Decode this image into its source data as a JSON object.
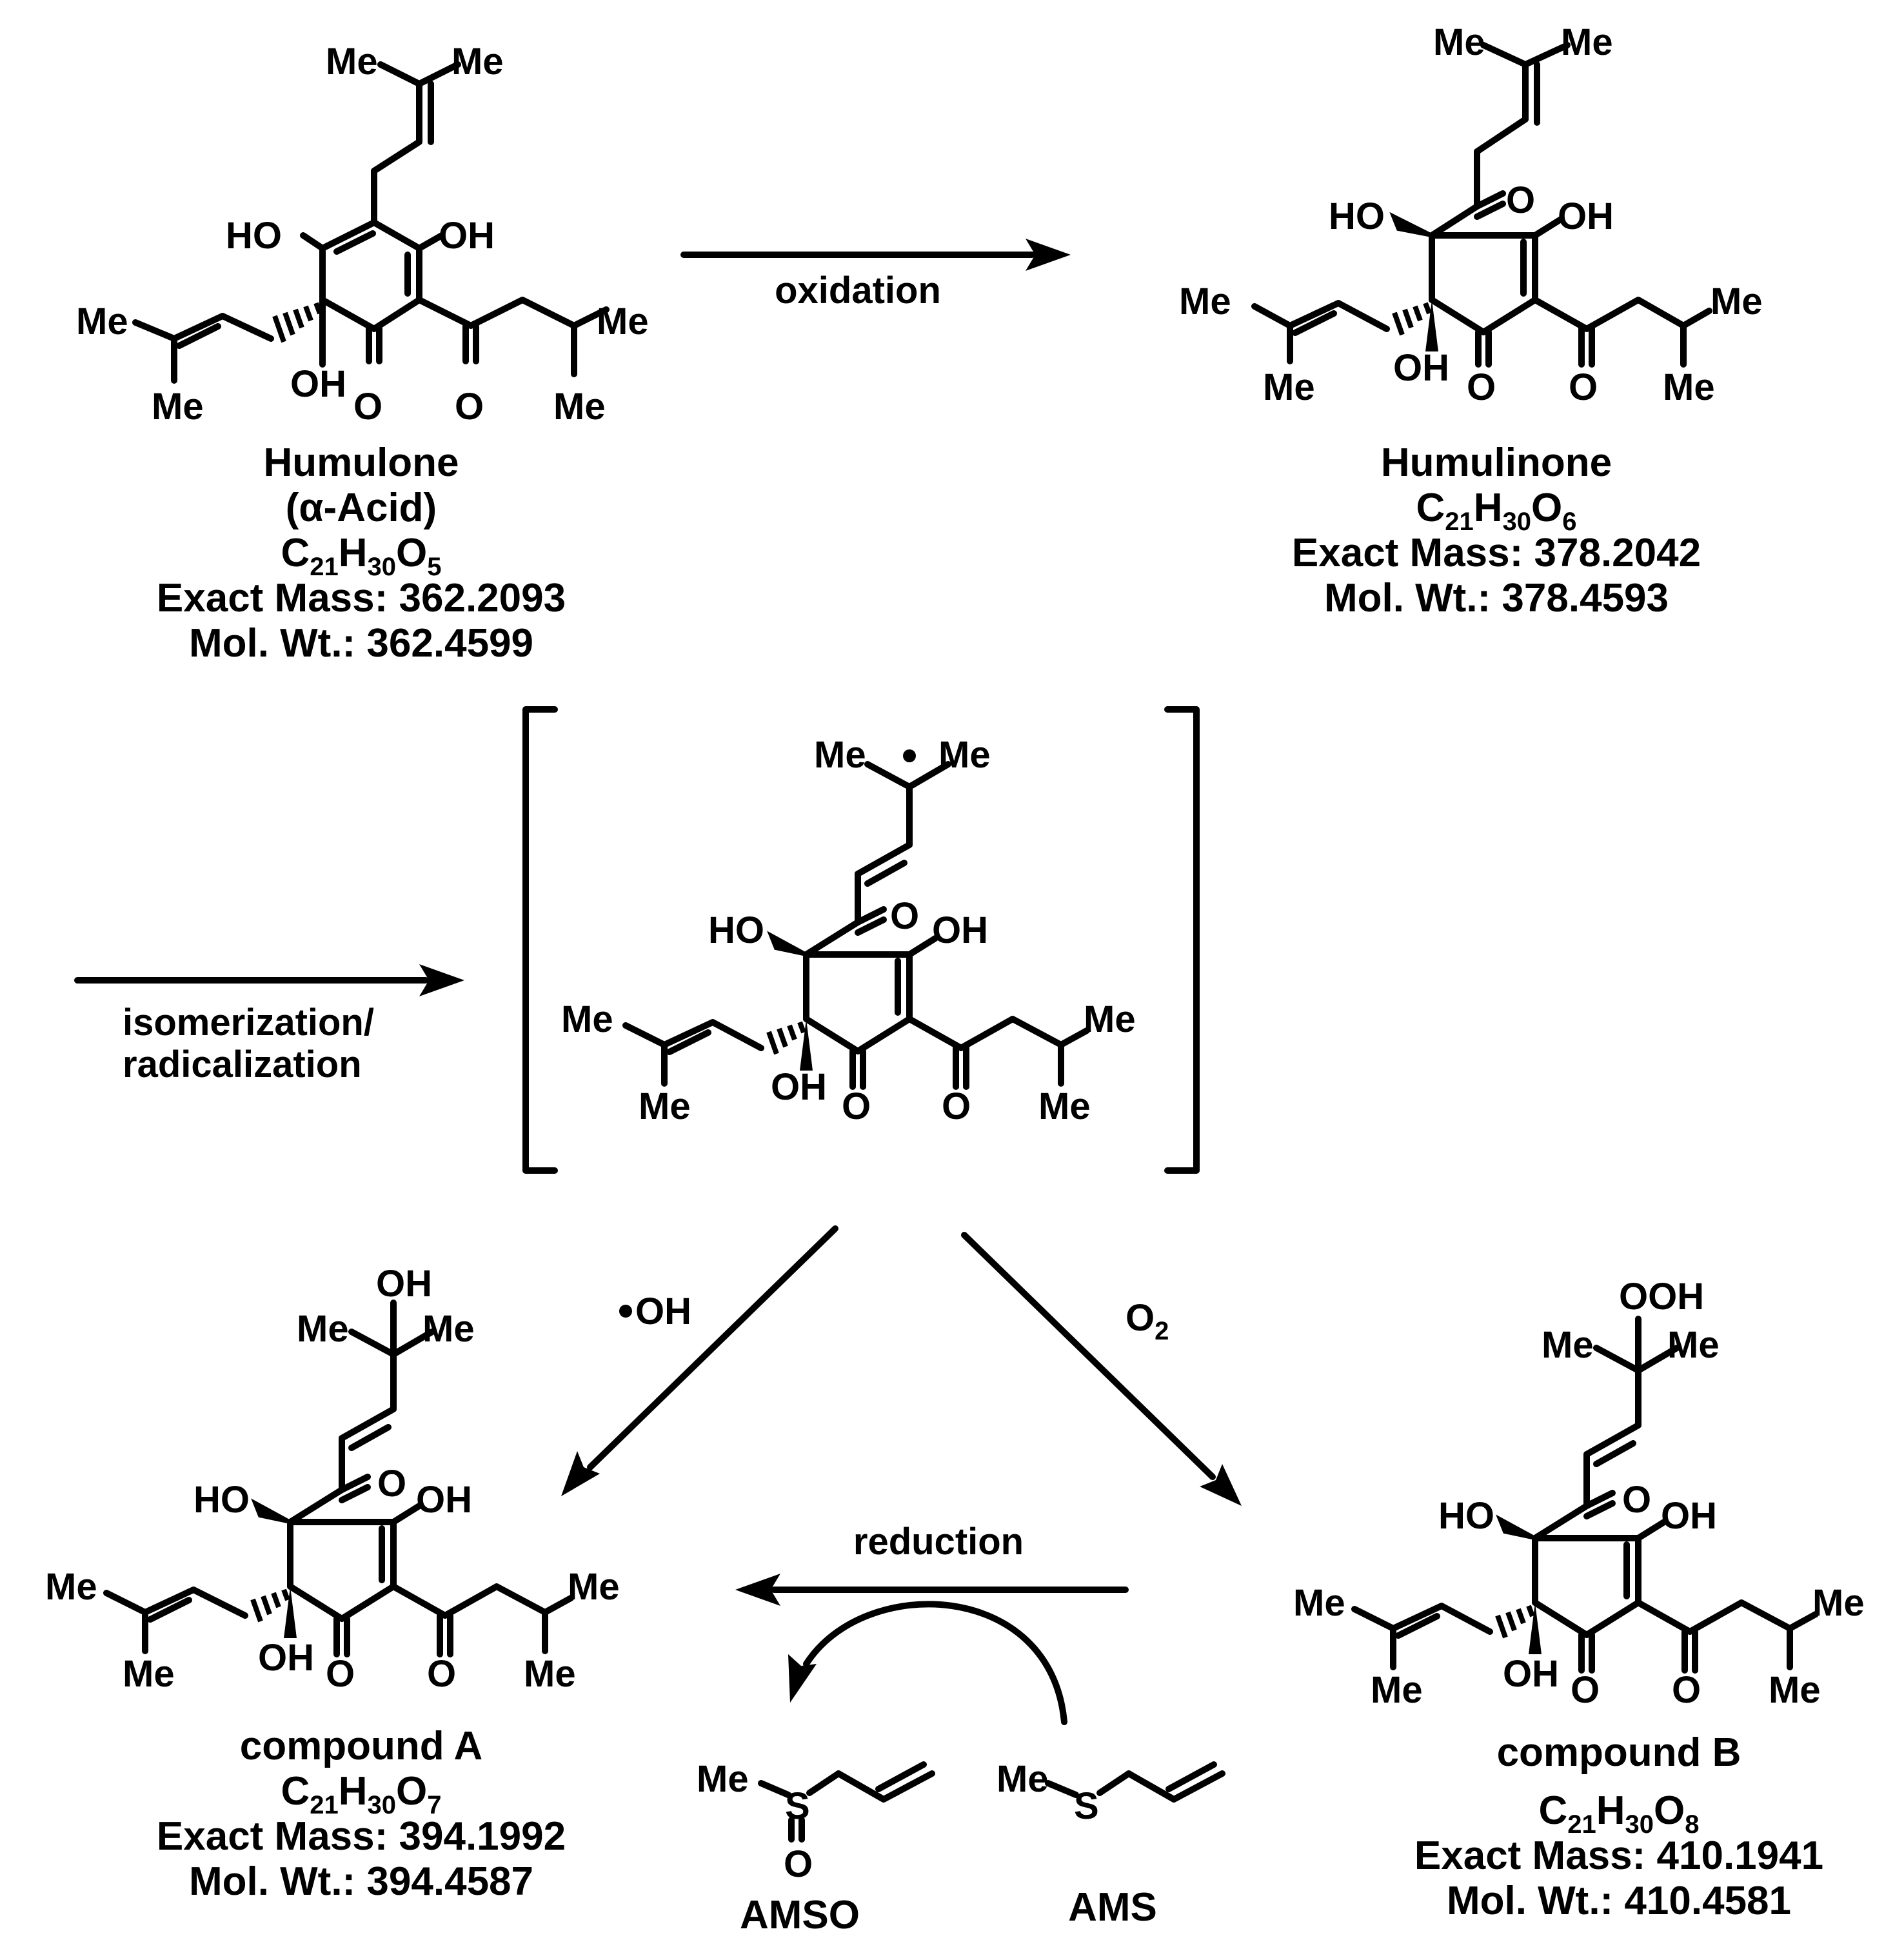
{
  "humulone": {
    "name": "Humulone",
    "class": "(α-Acid)",
    "formula": {
      "c": "21",
      "h": "30",
      "o": "5"
    },
    "exact_mass": "Exact Mass: 362.2093",
    "mol_wt": "Mol. Wt.: 362.4599"
  },
  "humulinone": {
    "name": "Humulinone",
    "formula": {
      "c": "21",
      "h": "30",
      "o": "6"
    },
    "exact_mass": "Exact Mass: 378.2042",
    "mol_wt": "Mol. Wt.: 378.4593"
  },
  "compound_a": {
    "name": "compound A",
    "formula": {
      "c": "21",
      "h": "30",
      "o": "7"
    },
    "exact_mass": "Exact Mass: 394.1992",
    "mol_wt": "Mol. Wt.: 394.4587"
  },
  "compound_b": {
    "name": "compound B",
    "formula": {
      "c": "21",
      "h": "30",
      "o": "8"
    },
    "exact_mass": "Exact Mass: 410.1941",
    "mol_wt": "Mol. Wt.: 410.4581"
  },
  "arrows": {
    "oxidation": "oxidation",
    "isomerization_1": "isomerization/",
    "isomerization_2": "radicalization",
    "hydroxyl_radical": "OH",
    "oxygen": "O",
    "oxygen_sub": "2",
    "reduction": "reduction"
  },
  "reagents": {
    "amso": "AMSO",
    "ams": "AMS"
  },
  "atoms": {
    "me": "Me",
    "oh": "OH",
    "ho": "HO",
    "ooh": "OOH",
    "o": "O",
    "s": "S",
    "c": "C",
    "h": "H"
  }
}
